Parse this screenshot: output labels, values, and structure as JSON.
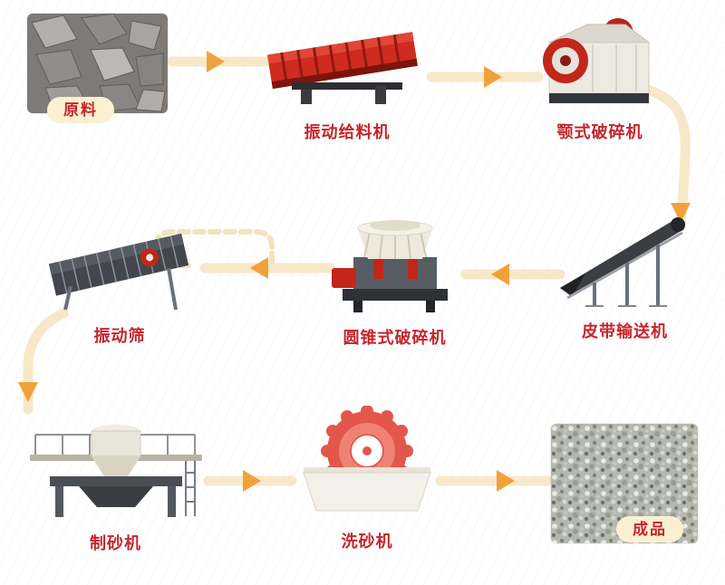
{
  "diagram": {
    "type": "process-flow",
    "nodes": {
      "raw_material": {
        "label": "原料"
      },
      "vibrating_feeder": {
        "label": "振动给料机"
      },
      "jaw_crusher": {
        "label": "颚式破碎机"
      },
      "belt_conveyor": {
        "label": "皮带输送机"
      },
      "cone_crusher": {
        "label": "圆锥式破碎机"
      },
      "vibrating_screen": {
        "label": "振动筛"
      },
      "sand_maker": {
        "label": "制砂机"
      },
      "sand_washer": {
        "label": "洗砂机"
      },
      "finished_product": {
        "label": "成品"
      }
    },
    "edges": [
      {
        "from": "raw_material",
        "to": "vibrating_feeder",
        "style": "solid"
      },
      {
        "from": "vibrating_feeder",
        "to": "jaw_crusher",
        "style": "solid"
      },
      {
        "from": "jaw_crusher",
        "to": "belt_conveyor",
        "style": "solid"
      },
      {
        "from": "belt_conveyor",
        "to": "cone_crusher",
        "style": "solid"
      },
      {
        "from": "cone_crusher",
        "to": "vibrating_screen",
        "style": "solid"
      },
      {
        "from": "vibrating_screen",
        "to": "cone_crusher",
        "style": "dashed"
      },
      {
        "from": "vibrating_screen",
        "to": "sand_maker",
        "style": "solid"
      },
      {
        "from": "sand_maker",
        "to": "sand_washer",
        "style": "solid"
      },
      {
        "from": "sand_washer",
        "to": "finished_product",
        "style": "solid"
      }
    ],
    "colors": {
      "label_red": "#c4262d",
      "arrow_line": "#f6e8c9",
      "arrow_head": "#f0a23a",
      "pill_bg": "#fcf0d2",
      "machine_red": "#c3261b"
    }
  }
}
